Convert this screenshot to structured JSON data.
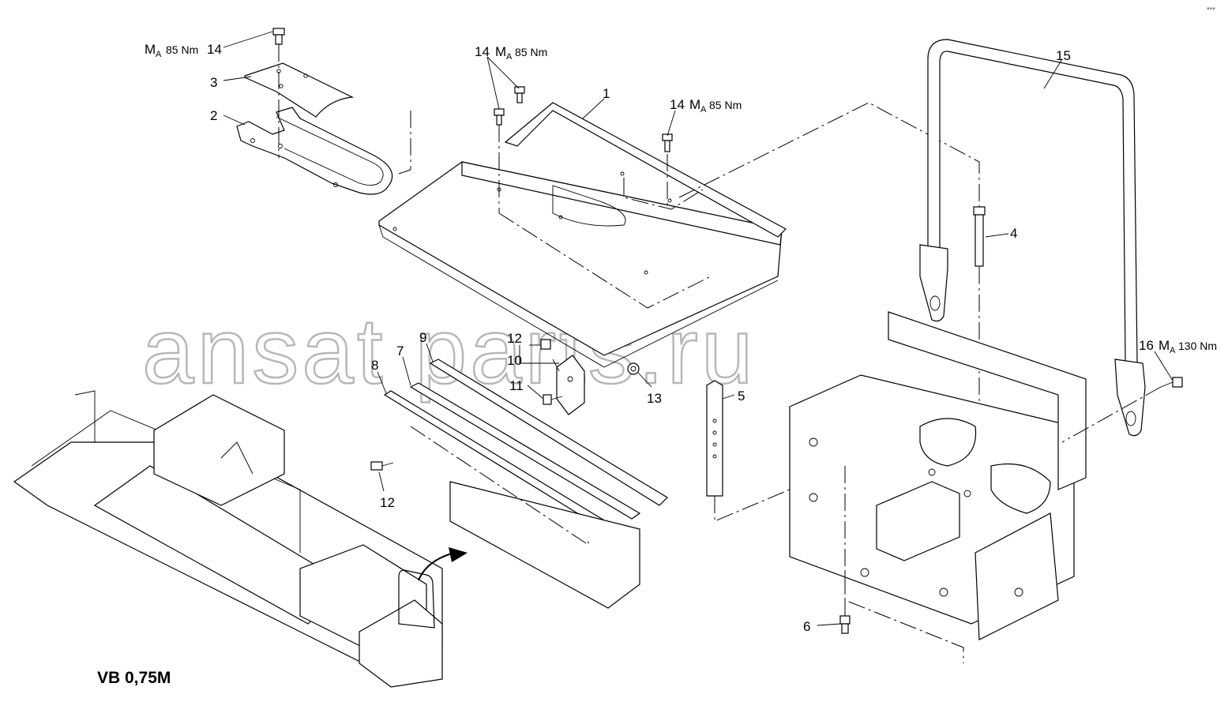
{
  "diagram": {
    "title": "VB 0,75M",
    "watermark": "ansat parts.ru",
    "corner_mark": "°°°",
    "torque_symbol": "M",
    "torque_subscript": "A",
    "labels": {
      "l1": "1",
      "l2": "2",
      "l3": "3",
      "l4": "4",
      "l5": "5",
      "l6": "6",
      "l7": "7",
      "l8": "8",
      "l9": "9",
      "l10": "10",
      "l11": "11",
      "l12a": "12",
      "l12b": "12",
      "l13": "13",
      "l14a": "14",
      "l14b": "14",
      "l14c": "14",
      "l15": "15",
      "l16": "16"
    },
    "torques": {
      "t85a": "85 Nm",
      "t85b": "85 Nm",
      "t85c": "85 Nm",
      "t130": "130 Nm"
    }
  }
}
